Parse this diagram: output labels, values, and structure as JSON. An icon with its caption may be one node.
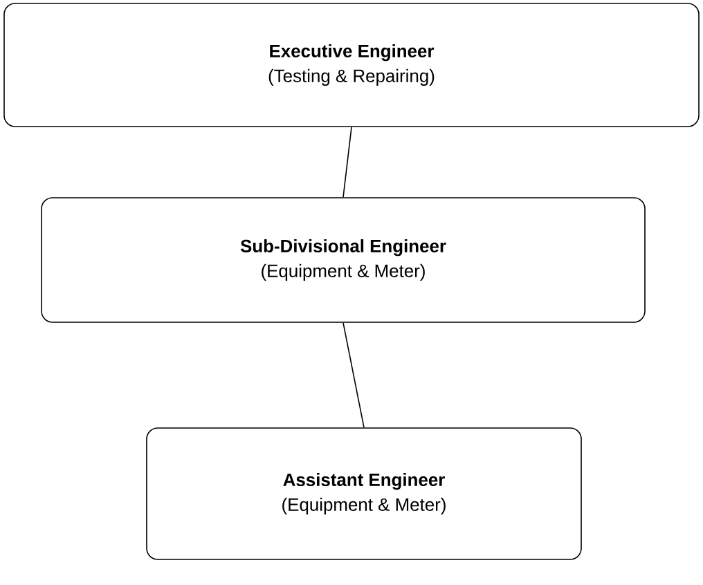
{
  "diagram": {
    "nodes": [
      {
        "text": [
          "Executive Engineer",
          "(Testing & Repairing)"
        ]
      },
      {
        "text": [
          "Sub-Divisional Engineer",
          "(Equipment & Meter)"
        ]
      },
      {
        "text": [
          "Assistant Engineer",
          "(Equipment & Meter)"
        ]
      }
    ],
    "edges": [
      {
        "from": 0,
        "to": 1,
        "arrow": "none"
      },
      {
        "from": 1,
        "to": 2,
        "arrow": "none"
      }
    ]
  }
}
